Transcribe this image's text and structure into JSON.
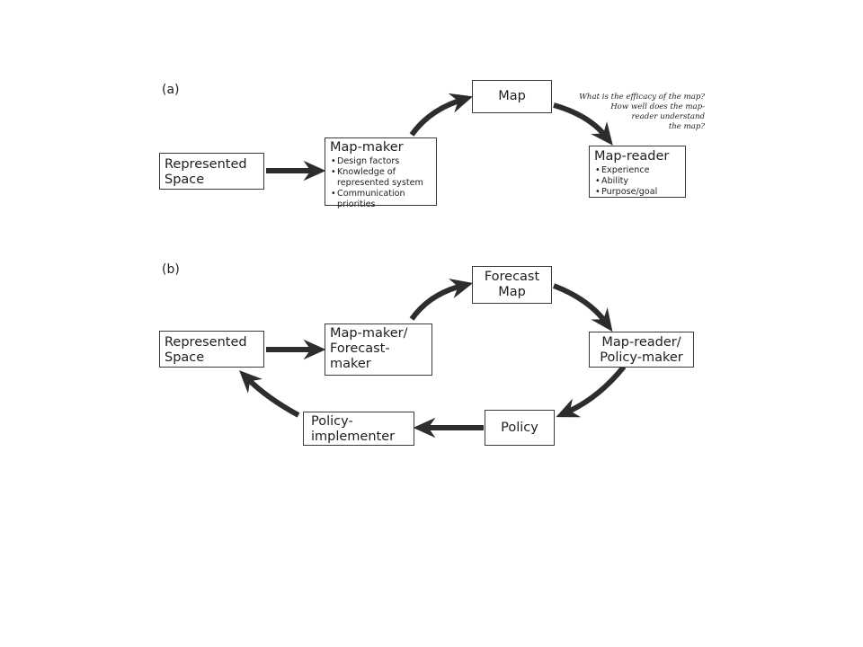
{
  "panel_a": {
    "label": "(a)",
    "represented_space": {
      "line1": "Represented",
      "line2": "Space"
    },
    "map_maker": {
      "title": "Map-maker",
      "bullets": [
        "Design factors",
        "Knowledge of represented system",
        "Communication priorities"
      ]
    },
    "map": {
      "title": "Map"
    },
    "map_reader": {
      "title": "Map-reader",
      "bullets": [
        "Experience",
        "Ability",
        "Purpose/goal"
      ]
    },
    "question_lines": [
      "What is the efficacy of the map?",
      "How well does the map-",
      "reader understand",
      "the map?"
    ]
  },
  "panel_b": {
    "label": "(b)",
    "represented_space": {
      "line1": "Represented",
      "line2": "Space"
    },
    "map_maker": {
      "line1": "Map-maker/",
      "line2": "Forecast-",
      "line3": "maker"
    },
    "forecast_map": {
      "line1": "Forecast",
      "line2": "Map"
    },
    "map_reader": {
      "line1": "Map-reader/",
      "line2": "Policy-maker"
    },
    "policy": {
      "title": "Policy"
    },
    "policy_implementer": {
      "line1": "Policy-",
      "line2": "implementer"
    }
  },
  "colors": {
    "arrow": "#2b2d2f",
    "border": "#3a3a3a"
  }
}
